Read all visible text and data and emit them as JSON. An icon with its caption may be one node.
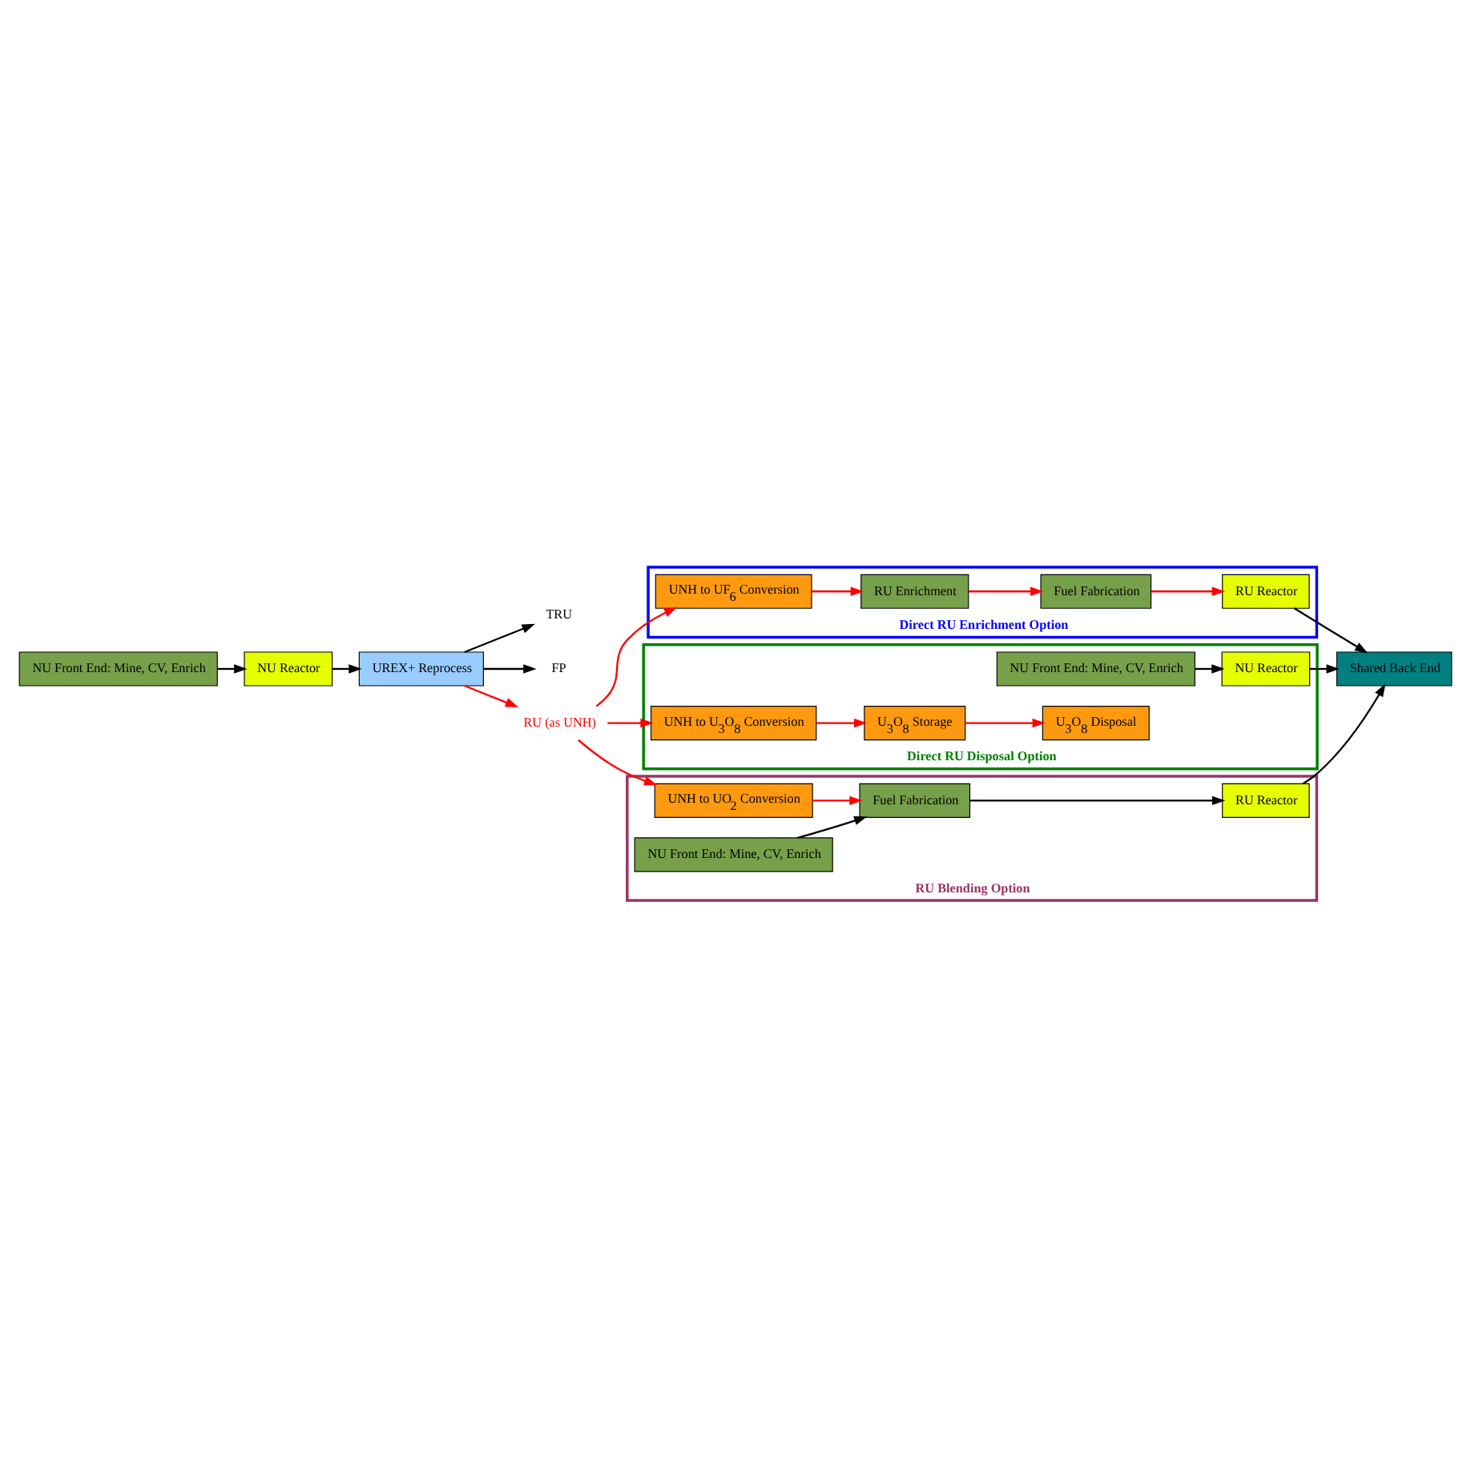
{
  "diagram": {
    "nodes": [
      {
        "text": [
          "NU Front End: Mine, CV, Enrich"
        ]
      },
      {
        "text": [
          "NU Reactor"
        ]
      },
      {
        "text": [
          "UREX+ Reprocess"
        ]
      },
      {
        "text": [
          "TRU"
        ]
      },
      {
        "text": [
          "FP"
        ]
      },
      {
        "text": [
          "RU (as UNH)"
        ]
      },
      {
        "text": [
          "Direct RU Enrichment Option"
        ]
      },
      {
        "text": [
          "UNH to UF$_{6}$ Conversion"
        ],
        "in": 6
      },
      {
        "text": [
          "RU Enrichment"
        ],
        "in": 6
      },
      {
        "text": [
          "Fuel Fabrication"
        ],
        "in": 6
      },
      {
        "text": [
          "RU Reactor"
        ],
        "in": 6
      },
      {
        "text": [
          "Shared Back End"
        ]
      },
      {
        "text": [
          "Direct RU Disposal Option"
        ]
      },
      {
        "text": [
          "NU Front End: Mine, CV, Enrich"
        ],
        "in": 12
      },
      {
        "text": [
          "NU Reactor"
        ],
        "in": 12
      },
      {
        "text": [
          "UNH to U$_{3}$O$_{8}$ Conversion"
        ],
        "in": 12
      },
      {
        "text": [
          "U$_{3}$O$_{8}$ Storage"
        ],
        "in": 12
      },
      {
        "text": [
          "U$_{3}$O$_{8}$ Disposal"
        ],
        "in": 12
      },
      {
        "text": [
          "RU Blending Option"
        ]
      },
      {
        "text": [
          "UNH to UO$_{2}$ Conversion"
        ],
        "in": 18
      },
      {
        "text": [
          "Fuel Fabrication"
        ],
        "in": 18
      },
      {
        "text": [
          "RU Reactor"
        ],
        "in": 18
      },
      {
        "text": [
          "NU Front End: Mine, CV, Enrich"
        ],
        "in": 18
      }
    ],
    "edges": [
      {
        "from": 0,
        "to": 1,
        "arrow": "to"
      },
      {
        "from": 1,
        "to": 2,
        "arrow": "to"
      },
      {
        "from": 2,
        "to": 3,
        "arrow": "to"
      },
      {
        "from": 2,
        "to": 4,
        "arrow": "to"
      },
      {
        "from": 2,
        "to": 5,
        "arrow": "to",
        "color": "#ff0000"
      },
      {
        "from": 5,
        "to": 7,
        "arrow": "to",
        "color": "#ff0000"
      },
      {
        "from": 5,
        "to": 15,
        "arrow": "to",
        "color": "#ff0000"
      },
      {
        "from": 5,
        "to": 19,
        "arrow": "to",
        "color": "#ff0000"
      },
      {
        "from": 7,
        "to": 8,
        "arrow": "to",
        "color": "#ff0000"
      },
      {
        "from": 8,
        "to": 9,
        "arrow": "to",
        "color": "#ff0000"
      },
      {
        "from": 9,
        "to": 10,
        "arrow": "to",
        "color": "#ff0000"
      },
      {
        "from": 10,
        "to": 11,
        "arrow": "to"
      },
      {
        "from": 13,
        "to": 14,
        "arrow": "to"
      },
      {
        "from": 14,
        "to": 11,
        "arrow": "to"
      },
      {
        "from": 15,
        "to": 16,
        "arrow": "to",
        "color": "#ff0000"
      },
      {
        "from": 16,
        "to": 17,
        "arrow": "to",
        "color": "#ff0000"
      },
      {
        "from": 19,
        "to": 20,
        "arrow": "to",
        "color": "#ff0000"
      },
      {
        "from": 20,
        "to": 21,
        "arrow": "to"
      },
      {
        "from": 21,
        "to": 11,
        "arrow": "to"
      },
      {
        "from": 22,
        "to": 20,
        "arrow": "to"
      }
    ]
  }
}
